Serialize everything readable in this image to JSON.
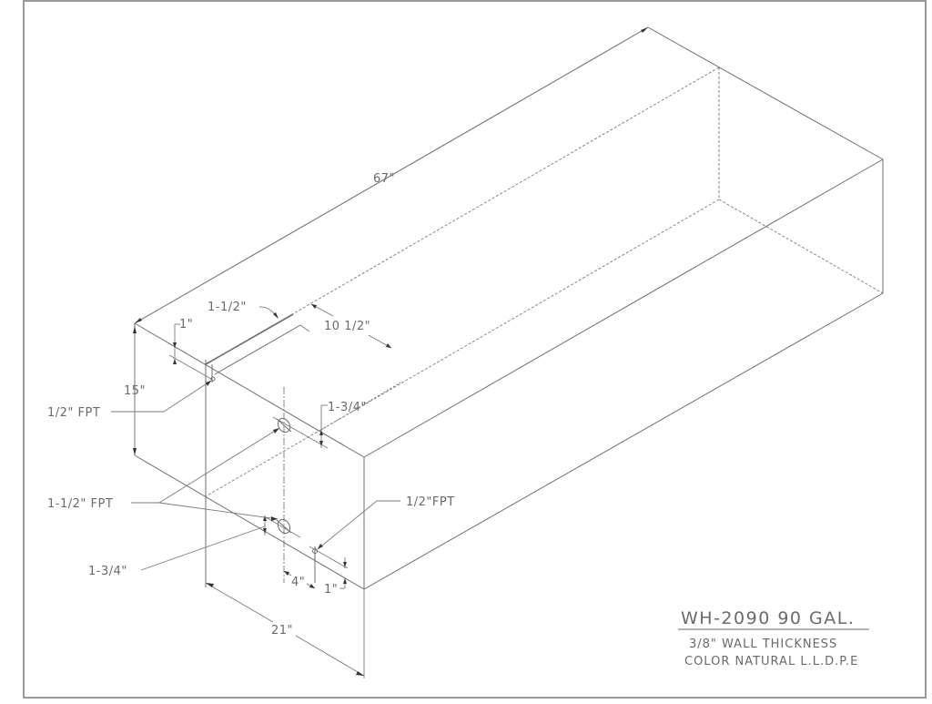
{
  "drawing": {
    "model": "WH-2090 90 GAL.",
    "notes": [
      "3/8\" WALL THICKNESS",
      "COLOR NATURAL L.L.D.P.E"
    ],
    "colors": {
      "line": "#6e6e6e",
      "text": "#6a6a6a",
      "frame": "#9a9a9a",
      "background": "#ffffff"
    }
  },
  "dimensions": {
    "length": "67\"",
    "height": "15\"",
    "width": "21\"",
    "top_offset_1": "1\"",
    "top_fitting_width": "1-1/2\"",
    "top_fitting_length": "10 1/2\"",
    "upper_port_offset": "1-3/4\"",
    "lower_port_offset": "1-3/4\"",
    "bottom_port_horizontal": "4\"",
    "bottom_port_vertical": "1\""
  },
  "callouts": {
    "top_half_fpt": "1/2\" FPT",
    "side_one_half_fpt": "1-1/2\" FPT",
    "bottom_half_fpt": "1/2\"FPT"
  }
}
